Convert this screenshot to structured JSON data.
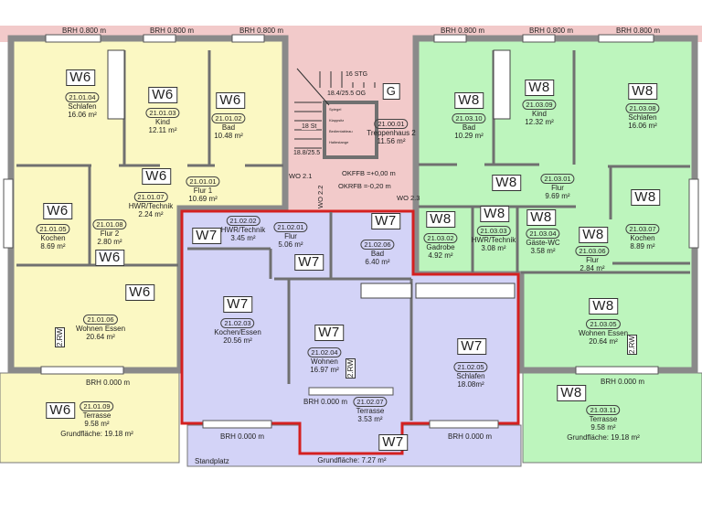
{
  "colors": {
    "W6": "#fbf8c3",
    "W7": "#d3d3f7",
    "W8": "#bdf5bd",
    "stair": "#f2caca",
    "wall": "#8a8a8a",
    "unit_outline": "#d42020"
  },
  "window_labels_top": [
    "BRH 0.800 m",
    "BRH 0.800 m",
    "BRH 0.800 m",
    "BRH 0.800 m",
    "BRH 0.800 m",
    "BRH 0.800 m"
  ],
  "window_labels_bottom": [
    "BRH 0.000 m",
    "BRH 0.000 m",
    "BRH 0.000 m",
    "BRH 0.000 m",
    "BRH 0.000 m"
  ],
  "rw_labels": [
    "2.RW",
    "2.RW",
    "2.RW"
  ],
  "standplatz": "Standplatz",
  "staircase": {
    "badge": "G",
    "id": "21.00.01",
    "name": "Treppenhaus 2",
    "area": "11.56 m²",
    "steps_upper": "16 STG",
    "ratio_upper": "18.4/25.5 OG",
    "steps_lower": "18 St",
    "ratio_lower": "18.8/25.5",
    "okffb": "OKFFB =+0,00 m",
    "okrfb": "OKRFB =-0,20 m",
    "doors": [
      "WO 2.1",
      "WO 2.2",
      "WO 2.3"
    ],
    "lift": [
      "Spiegel",
      "Klappsitz",
      "Bedientableau",
      "Haltestange"
    ]
  },
  "units": {
    "W6": "W6",
    "W7": "W7",
    "W8": "W8"
  },
  "rooms": [
    {
      "unit": "W6",
      "id": "21.01.04",
      "name": "Schlafen",
      "area": "16.06 m²"
    },
    {
      "unit": "W6",
      "id": "21.01.03",
      "name": "Kind",
      "area": "12.11 m²"
    },
    {
      "unit": "W6",
      "id": "21.01.02",
      "name": "Bad",
      "area": "10.48 m²"
    },
    {
      "unit": "W6",
      "id": "21.01.07",
      "name": "HWR/Technik",
      "area": "2.24 m²"
    },
    {
      "unit": "W6",
      "id": "21.01.01",
      "name": "Flur 1",
      "area": "10.69 m²"
    },
    {
      "unit": "W6",
      "id": "21.01.05",
      "name": "Kochen",
      "area": "8.69 m²"
    },
    {
      "unit": "W6",
      "id": "21.01.08",
      "name": "Flur 2",
      "area": "2.80 m²"
    },
    {
      "unit": "W6",
      "id": "21.01.06",
      "name": "Wohnen  Essen",
      "area": "20.64 m²"
    },
    {
      "unit": "W6",
      "id": "21.01.09",
      "name": "Terrasse",
      "area": "9.58 m²",
      "grundflaeche": "Grundfläche: 19.18 m²"
    },
    {
      "unit": "W7",
      "id": "21.02.02",
      "name": "HWR/Technik",
      "area": "3.45 m²"
    },
    {
      "unit": "W7",
      "id": "21.02.01",
      "name": "Flur",
      "area": "5.06 m²"
    },
    {
      "unit": "W7",
      "id": "21.02.06",
      "name": "Bad",
      "area": "6.40 m²"
    },
    {
      "unit": "W7",
      "id": "21.02.03",
      "name": "Kochen/Essen",
      "area": "20.56 m²"
    },
    {
      "unit": "W7",
      "id": "21.02.04",
      "name": "Wohnen",
      "area": "16.97 m²"
    },
    {
      "unit": "W7",
      "id": "21.02.05",
      "name": "Schlafen",
      "area": "18.08m²"
    },
    {
      "unit": "W7",
      "id": "21.02.07",
      "name": "Terrasse",
      "area": "3.53 m²",
      "grundflaeche": "Grundfläche: 7.27 m²"
    },
    {
      "unit": "W8",
      "id": "21.03.10",
      "name": "Bad",
      "area": "10.29 m²"
    },
    {
      "unit": "W8",
      "id": "21.03.09",
      "name": "Kind",
      "area": "12.32 m²"
    },
    {
      "unit": "W8",
      "id": "21.03.08",
      "name": "Schlafen",
      "area": "16.06 m²"
    },
    {
      "unit": "W8",
      "id": "21.03.01",
      "name": "Flur",
      "area": "9.69 m²"
    },
    {
      "unit": "W8",
      "id": "21.03.02",
      "name": "Gadrobe",
      "area": "4.92 m²"
    },
    {
      "unit": "W8",
      "id": "21.03.03",
      "name": "HWR/Technik",
      "area": "3.08 m²"
    },
    {
      "unit": "W8",
      "id": "21.03.04",
      "name": "Gäste-WC",
      "area": "3.58 m²"
    },
    {
      "unit": "W8",
      "id": "21.03.06",
      "name": "Flur",
      "area": "2.84 m²"
    },
    {
      "unit": "W8",
      "id": "21.03.07",
      "name": "Kochen",
      "area": "8.89 m²"
    },
    {
      "unit": "W8",
      "id": "21.03.05",
      "name": "Wohnen  Essen",
      "area": "20.64 m²"
    },
    {
      "unit": "W8",
      "id": "21.03.11",
      "name": "Terrasse",
      "area": "9.58 m²",
      "grundflaeche": "Grundfläche: 19.18 m²"
    }
  ]
}
